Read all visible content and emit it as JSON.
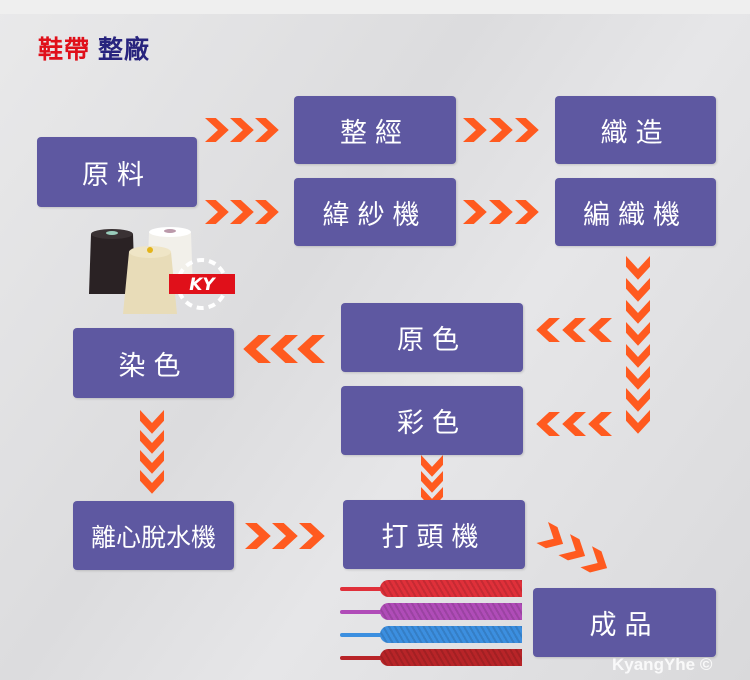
{
  "title": {
    "part1": "鞋帶",
    "part2": "整廠"
  },
  "steps": {
    "raw": "原料",
    "warping": "整經",
    "weft": "緯紗機",
    "weaving": "織造",
    "braiding": "編織機",
    "natural": "原色",
    "colored": "彩色",
    "dyeing": "染色",
    "spin_dry": "離心脫水機",
    "tipping": "打頭機",
    "finished": "成品"
  },
  "logo": "KY",
  "watermark": "KyangYhe ©",
  "colors": {
    "box": "#5e58a1",
    "arrow": "#ff5a1f",
    "lace": [
      "#e0303a",
      "#b04cb8",
      "#3c8fe0",
      "#b82428"
    ]
  }
}
